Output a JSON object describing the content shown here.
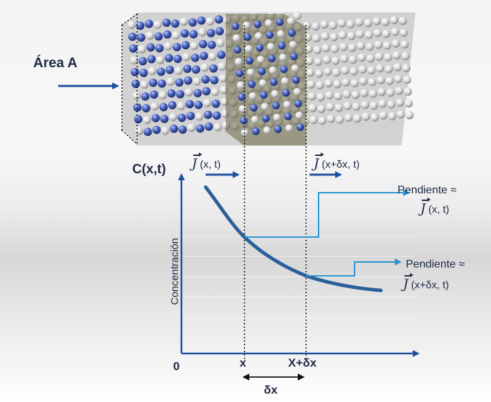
{
  "labels": {
    "area": "Área A",
    "c_axis": "C(x,t)",
    "y_axis": "Concentración",
    "origin": "0",
    "x": "x",
    "x_plus": "X+δx",
    "delta": "δx",
    "flux_left_args": "(x, t)",
    "flux_right_args": "(x+δx, t)",
    "slope1_title": "Pendiente ≈",
    "slope1_args": "(x, t)",
    "slope2_title": "Pendiente ≈",
    "slope2_args": "(x+δx, t)",
    "flux_symbol": "J"
  },
  "colors": {
    "axis": "#1f4fa0",
    "curve": "#2a5f9a",
    "bracket": "#2a94d6",
    "text": "#1f2a44",
    "atom_blue": "#3e58b3",
    "atom_white": "#cfcfcf",
    "highlight": "#6b6746"
  }
}
